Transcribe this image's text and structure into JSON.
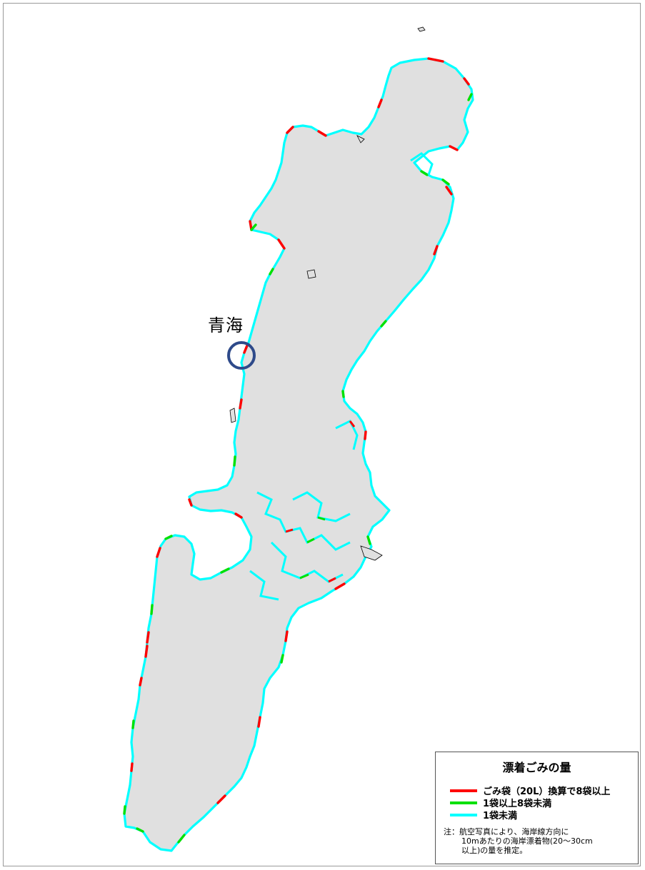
{
  "map": {
    "place_label": "青海",
    "circle_color": "#2e4a8a",
    "land_color": "#e0e0e0",
    "legend": {
      "title": "漂着ごみの量",
      "items": [
        {
          "label": "ごみ袋（20L）換算で8袋以上",
          "color": "#ff0000"
        },
        {
          "label": "1袋以上8袋未満",
          "color": "#00e000"
        },
        {
          "label": "1袋未満",
          "color": "#00ffff"
        }
      ],
      "note_line1": "注：航空写真により、海岸線方向に",
      "note_line2": "10mあたりの海岸漂着物(20～30cm",
      "note_line3": "以上)の量を推定。"
    }
  }
}
